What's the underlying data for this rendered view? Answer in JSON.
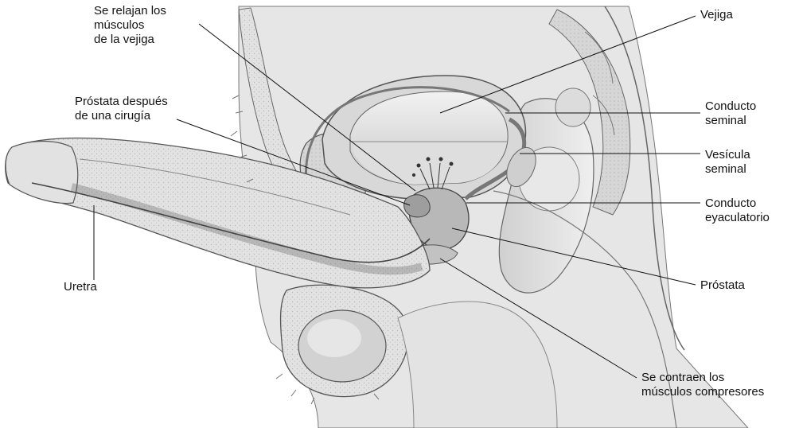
{
  "labels": {
    "relax_muscles": [
      "Se relajan los",
      "músculos",
      "de la vejiga"
    ],
    "prostate_after_surgery": [
      "Próstata después",
      "de una cirugía"
    ],
    "urethra": [
      "Uretra"
    ],
    "bladder": [
      "Vejiga"
    ],
    "seminal_duct": [
      "Conducto",
      "seminal"
    ],
    "seminal_vesicle": [
      "Vesícula",
      "seminal"
    ],
    "ejaculatory_duct": [
      "Conducto",
      "eyaculatorio"
    ],
    "prostate": [
      "Próstata"
    ],
    "compressor_muscles": [
      "Se contraen los",
      "músculos compresores"
    ]
  },
  "colors": {
    "tissue_light": "#e9e9e9",
    "tissue_mid": "#cfcfcf",
    "tissue_dark": "#9a9a9a",
    "outline": "#555555",
    "text": "#111111"
  }
}
